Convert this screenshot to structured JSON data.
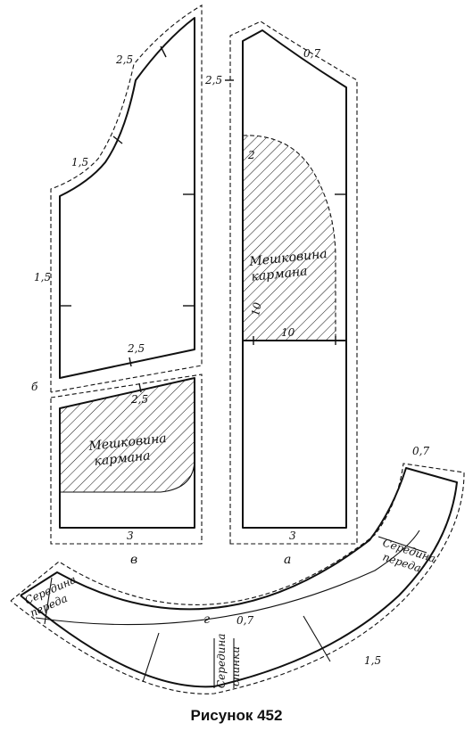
{
  "labels": {
    "v_25_top": "2,5",
    "v_15_curve": "1,5",
    "v_15_side": "1,5",
    "v_25_bottom": "2,5",
    "v_25_lower": "2,5",
    "v_b": "б",
    "v_pocket_1": "Мешковина",
    "v_pocket_2": "кармана",
    "v_3": "3",
    "v_letter": "в",
    "a_07": "0,7",
    "a_25": "2,5",
    "a_2": "2",
    "a_pocket_1": "Мешковина",
    "a_pocket_2": "кармана",
    "a_10_side": "10",
    "a_10_bottom": "10",
    "a_3": "3",
    "a_letter": "а",
    "belt_left_1": "Середина",
    "belt_left_2": "переда",
    "belt_right_1": "Середина",
    "belt_right_2": "переда",
    "belt_center_1": "Середина",
    "belt_center_2": "спинки",
    "belt_g": "г",
    "belt_07_center": "0,7",
    "belt_07_right": "0,7",
    "belt_15": "1,5"
  },
  "caption": "Рисунок 452"
}
